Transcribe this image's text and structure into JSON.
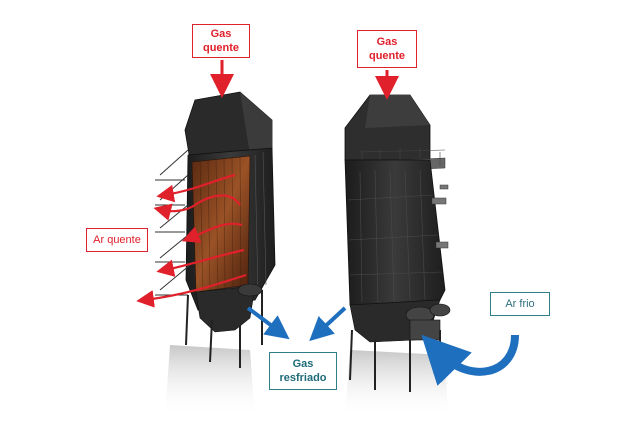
{
  "labels": {
    "gas_quente_left": "Gas\nquente",
    "gas_quente_right": "Gas\nquente",
    "ar_quente": "Ar quente",
    "gas_resfriado": "Gas\nresfriado",
    "ar_frio": "Ar frio"
  },
  "colors": {
    "hot": "#e0202a",
    "cold": "#1f6fbf",
    "structure": "#2b2b2b",
    "heat_exchanger": "#7a3a1a",
    "cold_label": "#2f7f8a"
  }
}
